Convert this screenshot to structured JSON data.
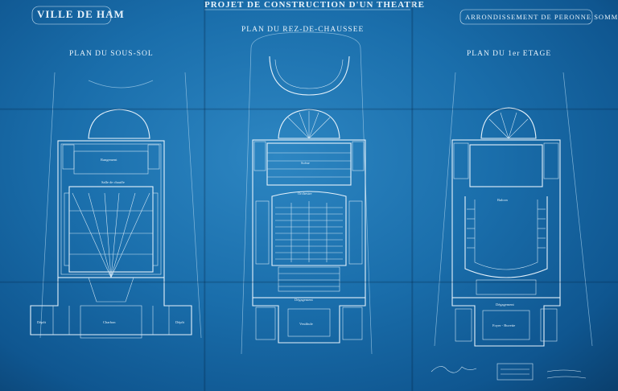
{
  "header": {
    "town": "VILLE DE HAM",
    "project": "PROJET DE CONSTRUCTION D'UN THEATRE",
    "district": "ARRONDISSEMENT DE PERONNE SOMME"
  },
  "plans": {
    "basement": "PLAN DU SOUS-SOL",
    "ground": "PLAN DU REZ-DE-CHAUSSEE",
    "floor": "PLAN DU 1er ETAGE"
  },
  "colors": {
    "paper": "#1a6eab",
    "ink": "#e6f2fb"
  }
}
